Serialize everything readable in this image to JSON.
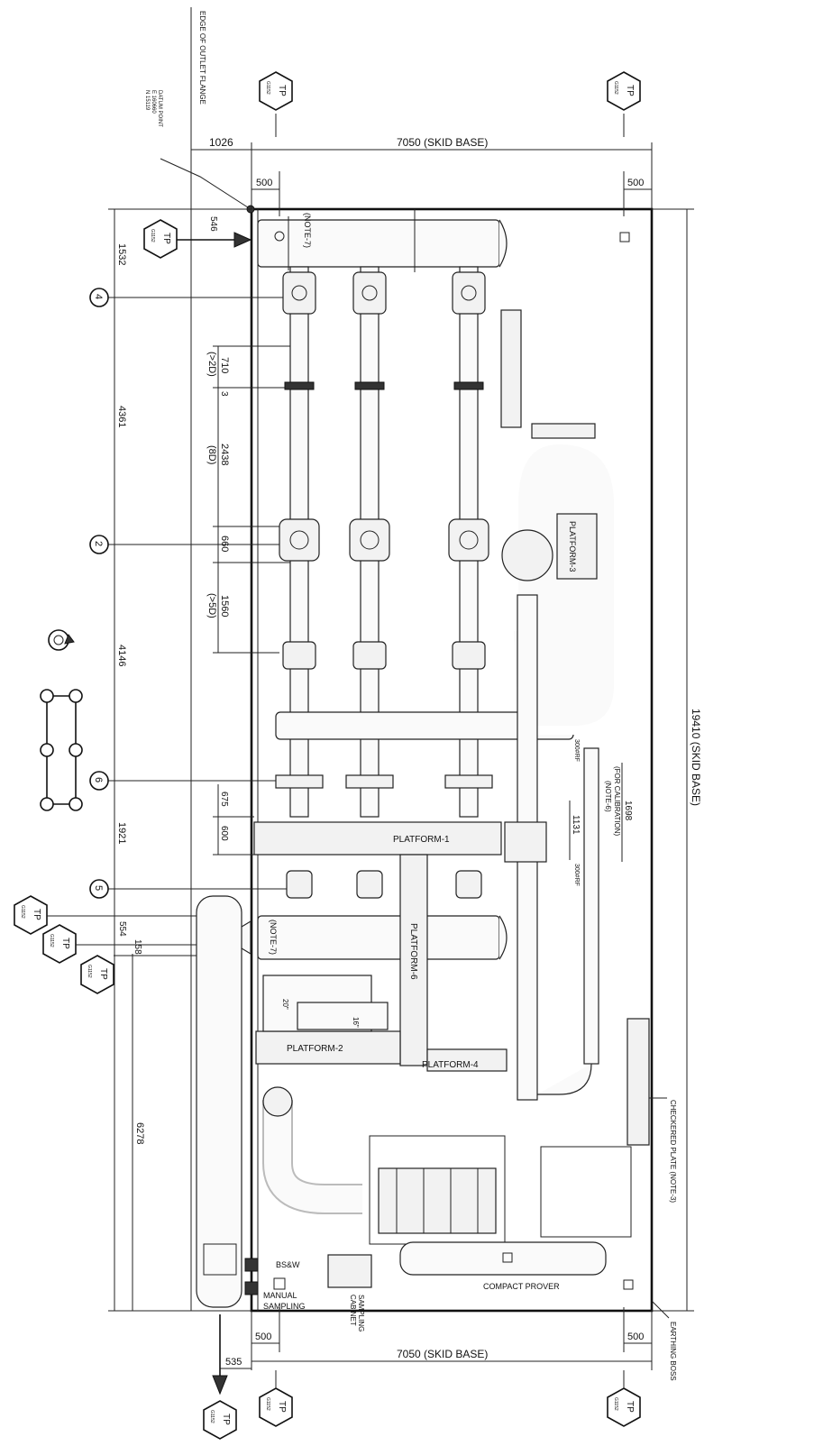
{
  "drawing": {
    "edge_label": "EDGE OF OUTLET FLANGE",
    "datum": {
      "line1": "DATUM POINT",
      "line2": "E 160660",
      "line3": "N 15119"
    },
    "dims": {
      "skid_top": "7050 (SKID BASE)",
      "skid_bottom": "7050 (SKID BASE)",
      "skid_right": "19410 (SKID BASE)",
      "left_top": "1026",
      "left_bottom": "535",
      "offset_tl": "500",
      "offset_tr": "500",
      "offset_bl": "500",
      "offset_br": "500",
      "d546": "546",
      "d1532": "1532",
      "d4361": "4361",
      "d4146": "4146",
      "d1921": "1921",
      "d6278": "6278",
      "d710": "710",
      "d710b": "(>2D)",
      "d2438": "2438",
      "d2438b": "(8D)",
      "d660": "660",
      "d1560": "1560",
      "d1560b": "(>5D)",
      "d675": "675",
      "d600": "600",
      "d554": "554",
      "d158": "158",
      "d1131": "1131",
      "d1698": "1698",
      "d1698b": "(FOR CALIBRATION)",
      "d1698c": "(NOTE-6)",
      "d300a": "300#RF",
      "d300b": "300#RF",
      "d3": "3"
    },
    "tp_label": "TP",
    "tp_codes": {
      "t1": "G1152",
      "t2": "G1152",
      "t3": "G1152",
      "t4": "G1152",
      "t5": "G1152",
      "t6": "G1152",
      "t7": "G1152",
      "t8": "G1152",
      "t9": "G1152"
    },
    "circles": {
      "c4": "4",
      "c2": "2",
      "c6": "6",
      "c5": "5"
    },
    "labels": {
      "note7a": "(NOTE-7)",
      "note7b": "(NOTE-7)",
      "platform1": "PLATFORM-1",
      "platform2": "PLATFORM-2",
      "platform3": "PLATFORM-3",
      "platform4": "PLATFORM-4",
      "platform6": "PLATFORM-6",
      "size20": "20\"",
      "size16": "16\"",
      "bsw": "BS&W",
      "manual": "MANUAL",
      "sampling": "SAMPLING",
      "sampcab1": "SAMPLING",
      "sampcab2": "CABINET",
      "prover": "COMPACT PROVER",
      "checkered": "CHECKERED PLATE (NOTE-3)",
      "earthing": "EARTHING BOSS"
    }
  }
}
